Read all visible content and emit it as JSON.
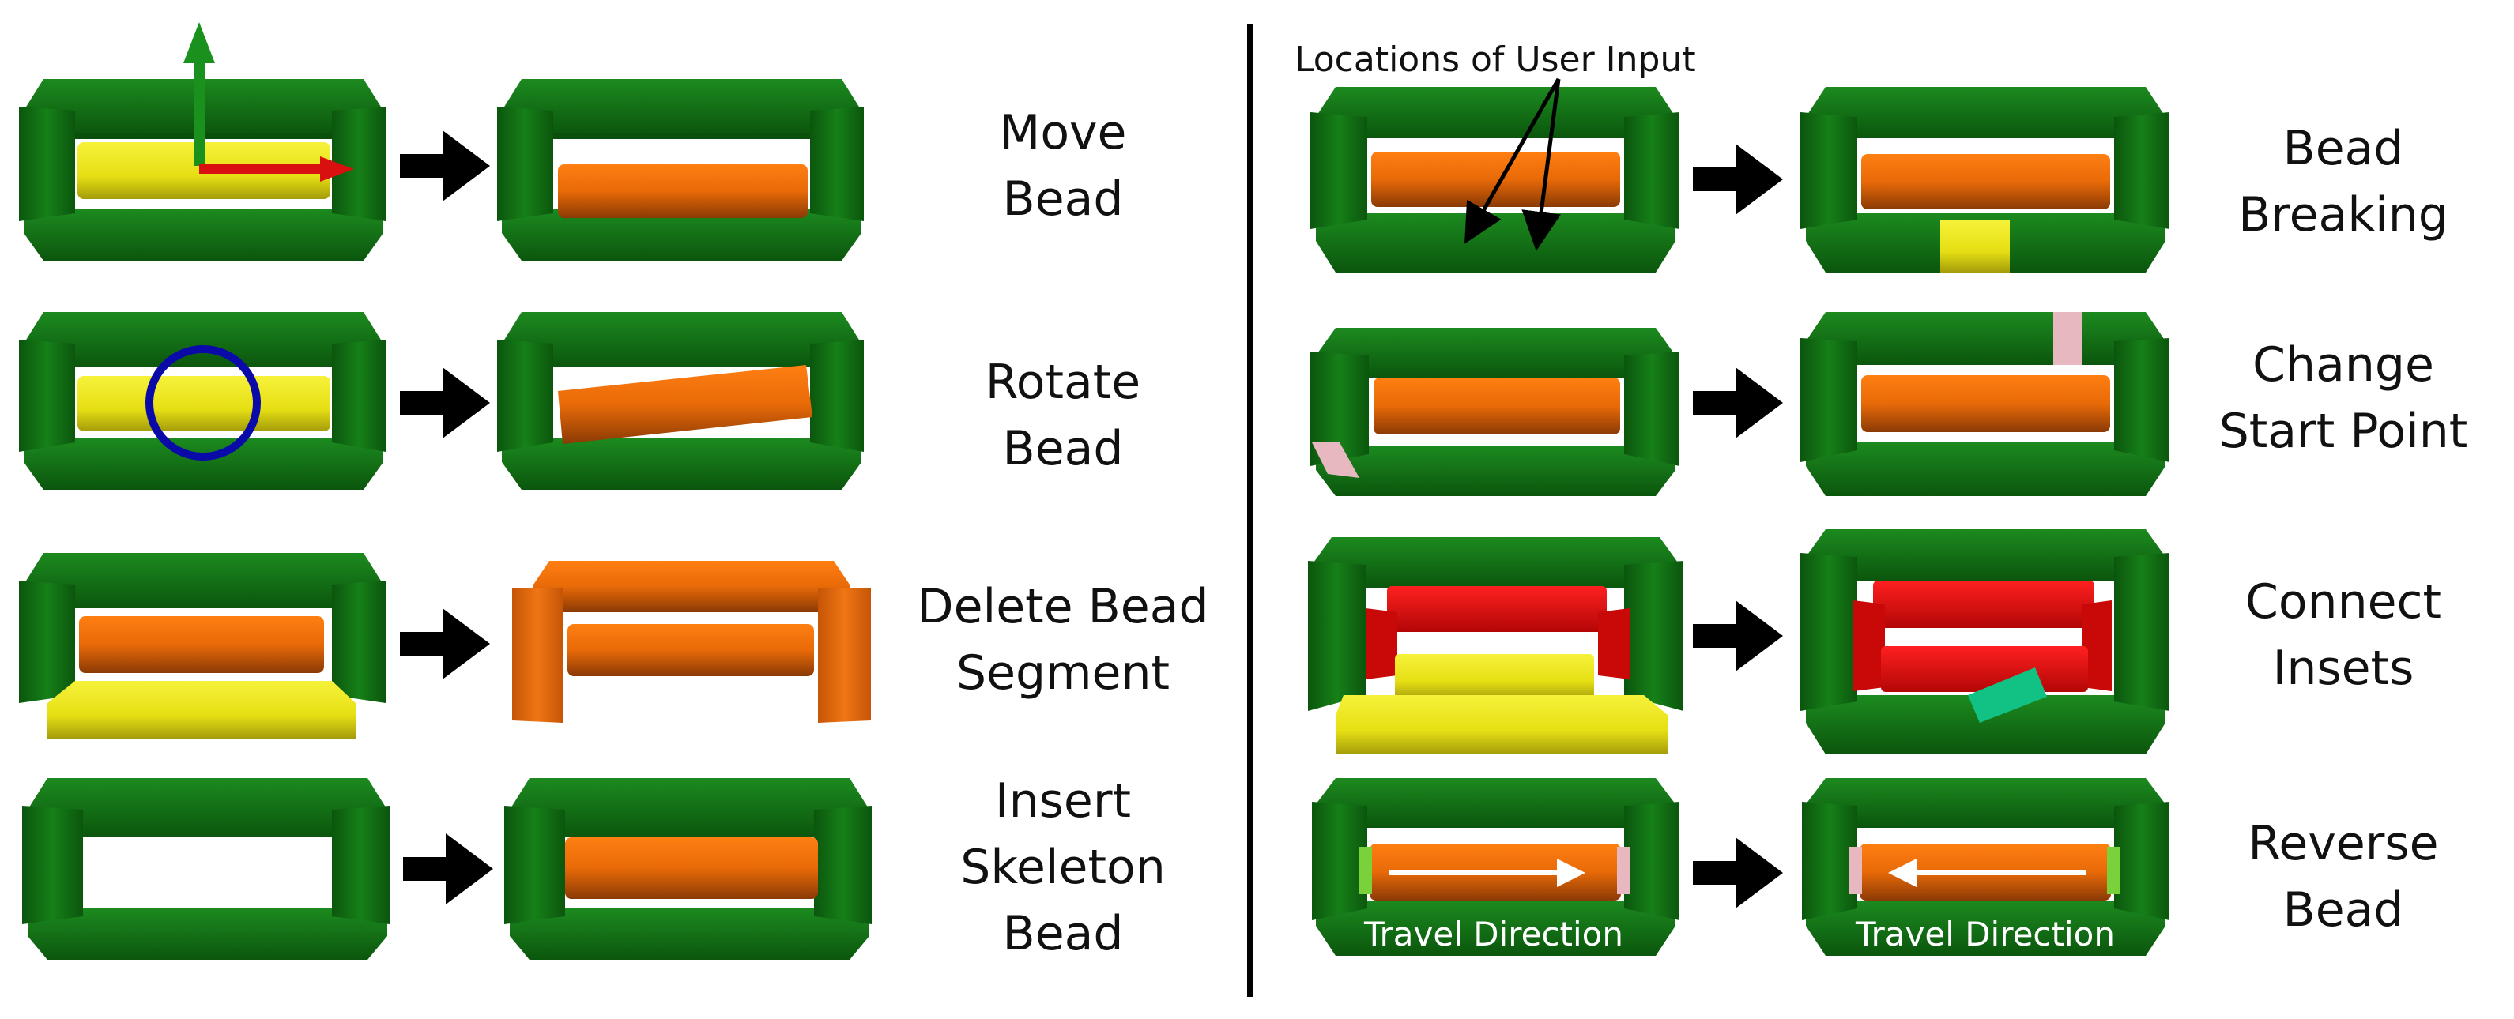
{
  "operations": [
    {
      "id": "move",
      "lines": [
        "Move",
        "Bead"
      ]
    },
    {
      "id": "rotate",
      "lines": [
        "Rotate",
        "Bead"
      ]
    },
    {
      "id": "delete",
      "lines": [
        "Delete Bead",
        "Segment"
      ]
    },
    {
      "id": "insert",
      "lines": [
        "Insert",
        "Skeleton",
        "Bead"
      ]
    },
    {
      "id": "breaking",
      "lines": [
        "Bead",
        "Breaking"
      ]
    },
    {
      "id": "start",
      "lines": [
        "Change",
        "Start Point"
      ]
    },
    {
      "id": "connect",
      "lines": [
        "Connect",
        "Insets"
      ]
    },
    {
      "id": "reverse",
      "lines": [
        "Reverse",
        "Bead"
      ]
    }
  ],
  "annotation": "Locations of User Input",
  "travel_label": "Travel Direction",
  "colors": {
    "frame": "#0f6e12",
    "frame_dark": "#0a4f0c",
    "frame_light": "#1f9a24",
    "orange": "#e96a08",
    "yellow": "#e9e21c",
    "red": "#e50a0a",
    "blue": "#0a0aa8",
    "pink": "#e7b8bf",
    "teal": "#12c285"
  },
  "icons": [
    "move-gizmo-icon",
    "rotate-gizmo-icon",
    "arrow-right-icon",
    "travel-direction-arrow-icon"
  ]
}
